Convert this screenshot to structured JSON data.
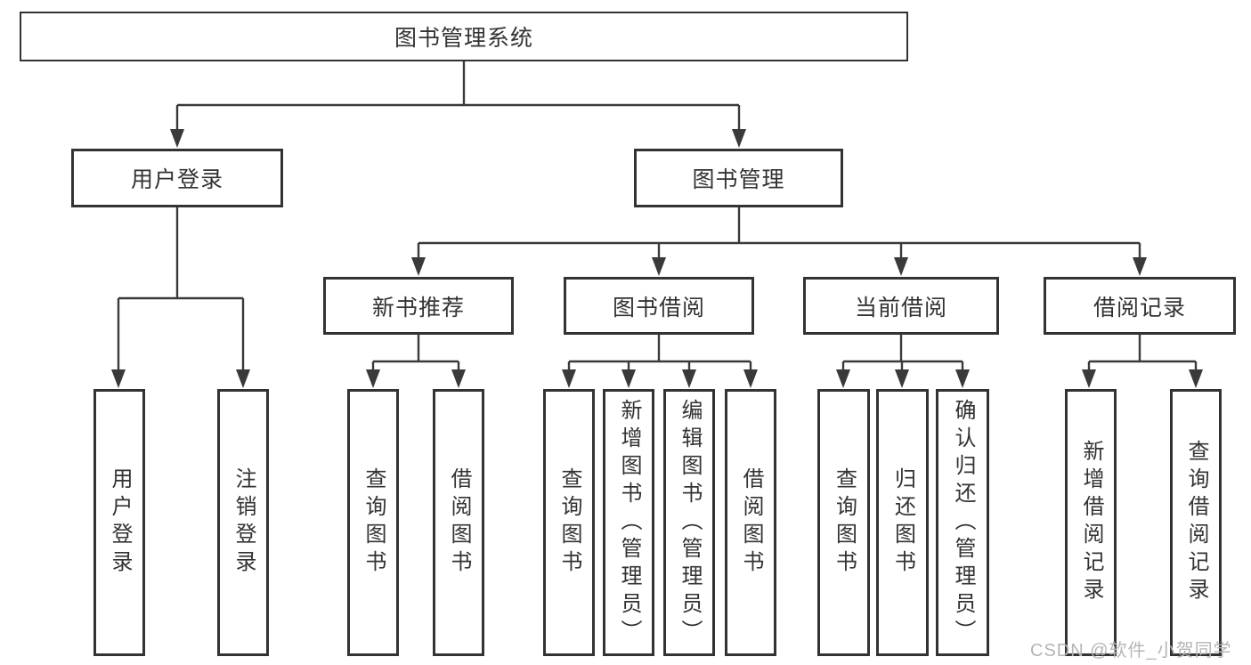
{
  "diagram": {
    "title": "图书管理系统",
    "watermark": "CSDN @软件_小贺同学",
    "colors": {
      "line": "#3a3a3a",
      "border": "#333333",
      "text": "#333333",
      "background": "#ffffff",
      "watermark": "#b5b5b5"
    },
    "nodes": {
      "root": "图书管理系统",
      "user_login": "用户登录",
      "book_mgmt": "图书管理",
      "new_books": "新书推荐",
      "book_borrow": "图书借阅",
      "current_borrow": "当前借阅",
      "borrow_records": "借阅记录",
      "login_user": "用户登录",
      "login_logout": "注销登录",
      "nb_query": "查询图书",
      "nb_borrow": "借阅图书",
      "bb_query": "查询图书",
      "bb_add": "新增图书（管理员）",
      "bb_edit": "编辑图书（管理员）",
      "bb_borrow": "借阅图书",
      "cb_query": "查询图书",
      "cb_return": "归还图书",
      "cb_confirm": "确认归还（管理员）",
      "br_add": "新增借阅记录",
      "br_query": "查询借阅记录"
    }
  }
}
